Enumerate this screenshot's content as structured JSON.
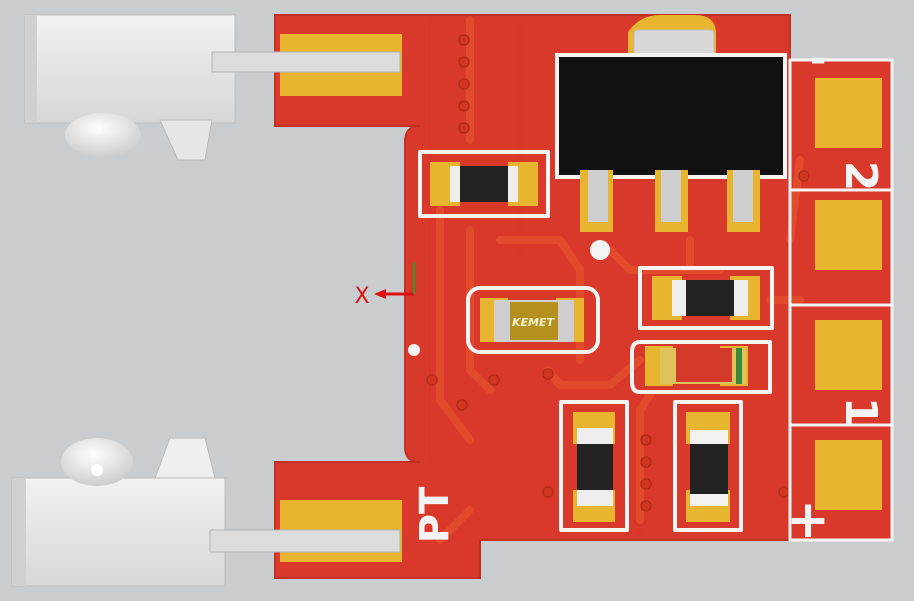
{
  "silkscreen": {
    "pin_top": "-",
    "pin_2": "2",
    "pin_1": "1",
    "pin_bottom": "+",
    "designator": "PT"
  },
  "capacitor": {
    "brand": "KEMET"
  },
  "axis_indicator": {
    "x_label": "X"
  },
  "colors": {
    "background": "#c9cdd0",
    "board": "#d8392a",
    "copper_pad": "#e8b531",
    "silkscreen": "#f4f4f4",
    "component_body": "#222222",
    "axis_red": "#dd1111",
    "led_housing": "#e8e8e8"
  }
}
